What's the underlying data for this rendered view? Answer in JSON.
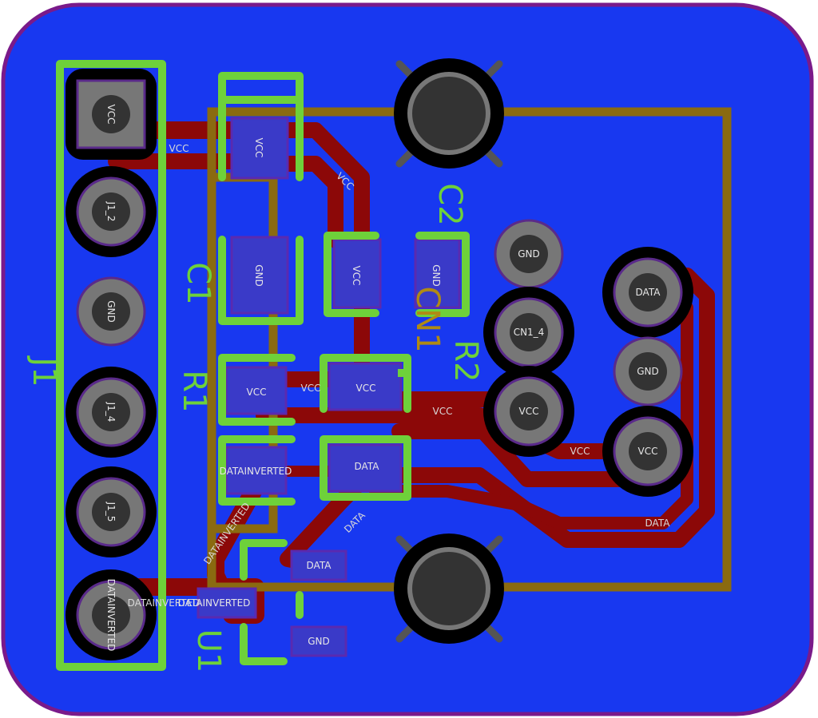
{
  "colors": {
    "board": "#1838f0",
    "outline": "#7a1a8a",
    "copper": "#8c0808",
    "silk": "#6ed13a",
    "fab": "#8a6a10",
    "pad": "#3a3ac8",
    "pin_face": "#777777",
    "pin_core": "#333333"
  },
  "designators": {
    "J1": "J1",
    "C1": "C1",
    "R1": "R1",
    "C2": "C2",
    "R2": "R2",
    "U1": "U1",
    "CN1": "CN1"
  },
  "j1_pins": [
    "VCC",
    "J1_2",
    "GND",
    "J1_4",
    "J1_5",
    "DATAINVERTED"
  ],
  "cn1_pins": [
    "GND",
    "CN1_4",
    "VCC",
    "DATA",
    "GND",
    "VCC"
  ],
  "smd_pads": {
    "c1_top": "VCC",
    "c1_bottom": "GND",
    "c2_left": "VCC",
    "c2_right": "GND",
    "r1_left": "VCC",
    "r1_right": "VCC",
    "r2_left": "DATAINVERTED",
    "r2_right": "DATA",
    "u1_top": "DATA",
    "u1_left": "DATAINVERTED",
    "u1_bottom": "GND"
  },
  "trace_labels": {
    "vcc_1": "VCC",
    "vcc_2": "VCC",
    "vcc_3": "VCC",
    "vcc_4": "VCC",
    "vcc_5": "VCC",
    "data_1": "DATA",
    "data_2": "DATA",
    "datainv_1": "DATAINVERTED",
    "datainv_2": "DATAINVERTED"
  }
}
